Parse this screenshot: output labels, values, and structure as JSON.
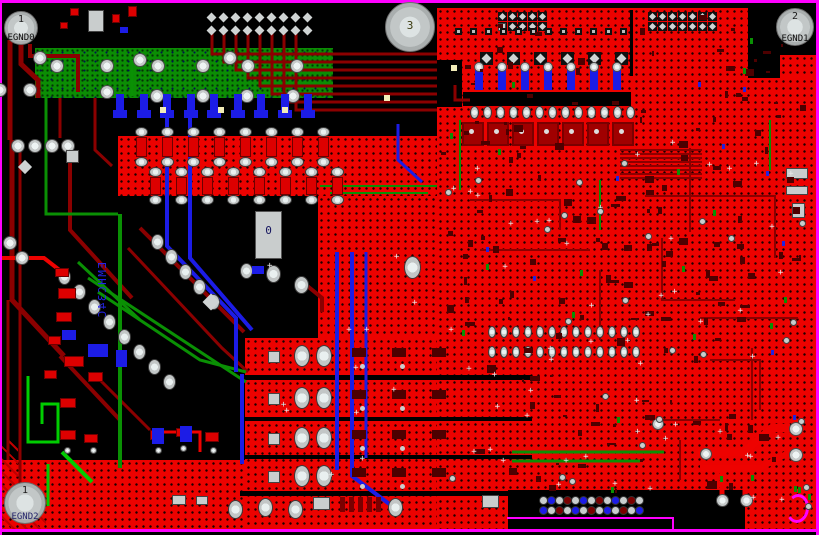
{
  "board": {
    "mount_holes": [
      {
        "num": "1",
        "net": "EGND0"
      },
      {
        "num": "2",
        "net": "EGND1"
      },
      {
        "num": "3",
        "net": ""
      },
      {
        "num": "1",
        "net": "EGND2"
      }
    ],
    "component_labels": [
      {
        "text": "0"
      }
    ],
    "silkscreen_texts": [
      {
        "text": "EMHC34C"
      }
    ]
  },
  "colors": {
    "copper_red": "#ec0200",
    "trace_dark_red": "#8b0000",
    "layer_green": "#0b8d04",
    "layer_blue": "#1c1ce6",
    "pad_gray": "#c9cdcd",
    "outline_magenta": "#ff00ff",
    "background": "#000000"
  }
}
